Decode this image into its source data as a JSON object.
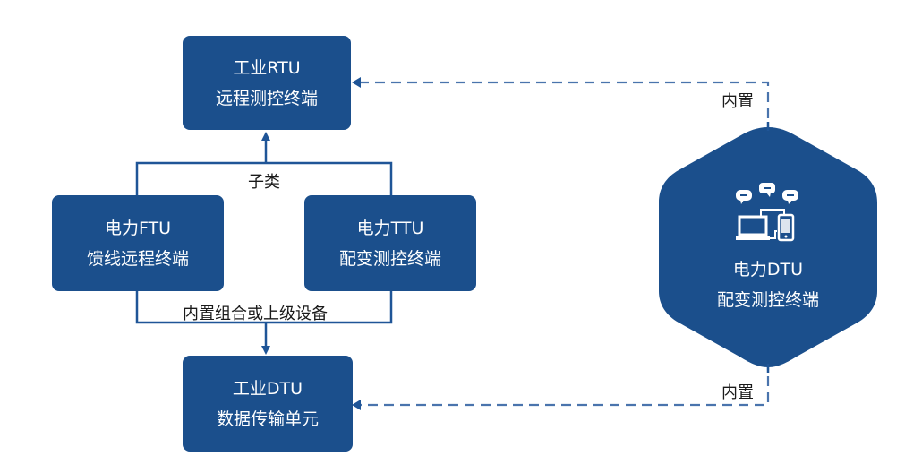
{
  "nodes": {
    "rtu": {
      "line1": "工业RTU",
      "line2": "远程测控终端"
    },
    "ftu": {
      "line1": "电力FTU",
      "line2": "馈线远程终端"
    },
    "ttu": {
      "line1": "电力TTU",
      "line2": "配变测控终端"
    },
    "dtu_industrial": {
      "line1": "工业DTU",
      "line2": "数据传输单元"
    },
    "dtu_power": {
      "line1": "电力DTU",
      "line2": "配变测控终端",
      "icon": "devices-communication-icon"
    }
  },
  "edges": {
    "subclass_label": "子类",
    "builtin_combo_label": "内置组合或上级设备",
    "builtin_top_label": "内置",
    "builtin_bottom_label": "内置"
  },
  "colors": {
    "node_fill": "#1b4f8c",
    "line": "#1f5597",
    "dashed_line": "#4a74ad",
    "text_on_node": "#ffffff"
  }
}
